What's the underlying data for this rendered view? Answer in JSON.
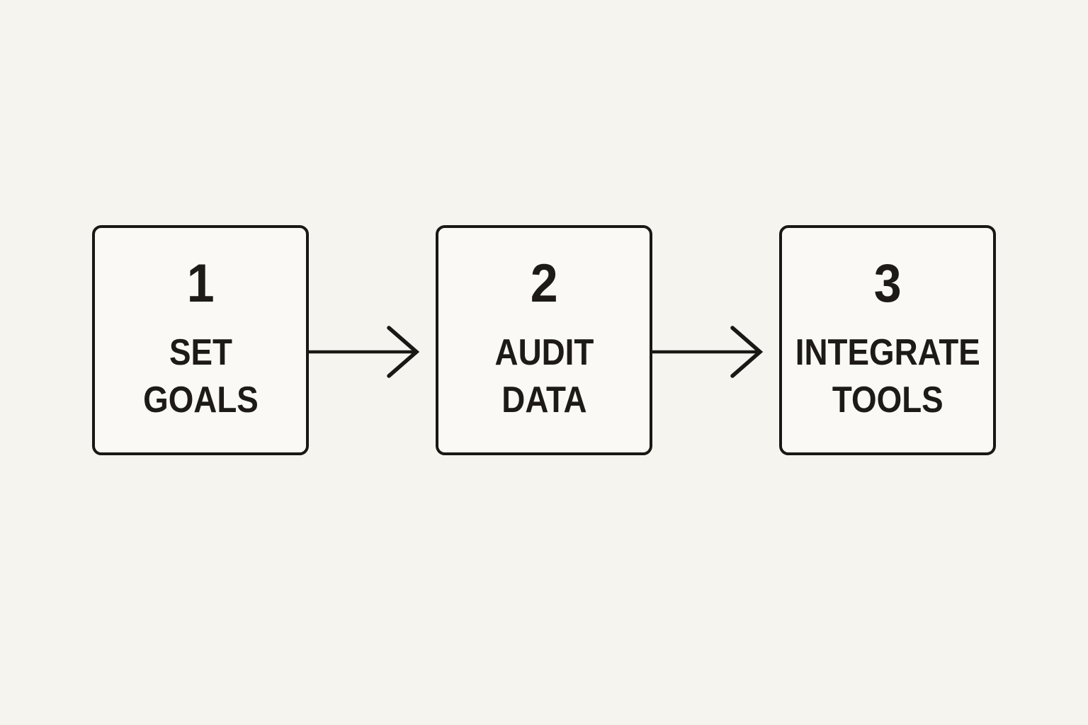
{
  "colors": {
    "background": "#f6f4ef",
    "box_fill": "#faf9f5",
    "ink": "#1d1a17"
  },
  "steps": [
    {
      "number": "1",
      "label_line1": "SET",
      "label_line2": "GOALS"
    },
    {
      "number": "2",
      "label_line1": "AUDIT",
      "label_line2": "DATA"
    },
    {
      "number": "3",
      "label_line1": "INTEGRATE",
      "label_line2": "TOOLS"
    }
  ],
  "connectors": [
    {
      "icon": "arrow-right-icon"
    },
    {
      "icon": "arrow-right-icon"
    }
  ]
}
